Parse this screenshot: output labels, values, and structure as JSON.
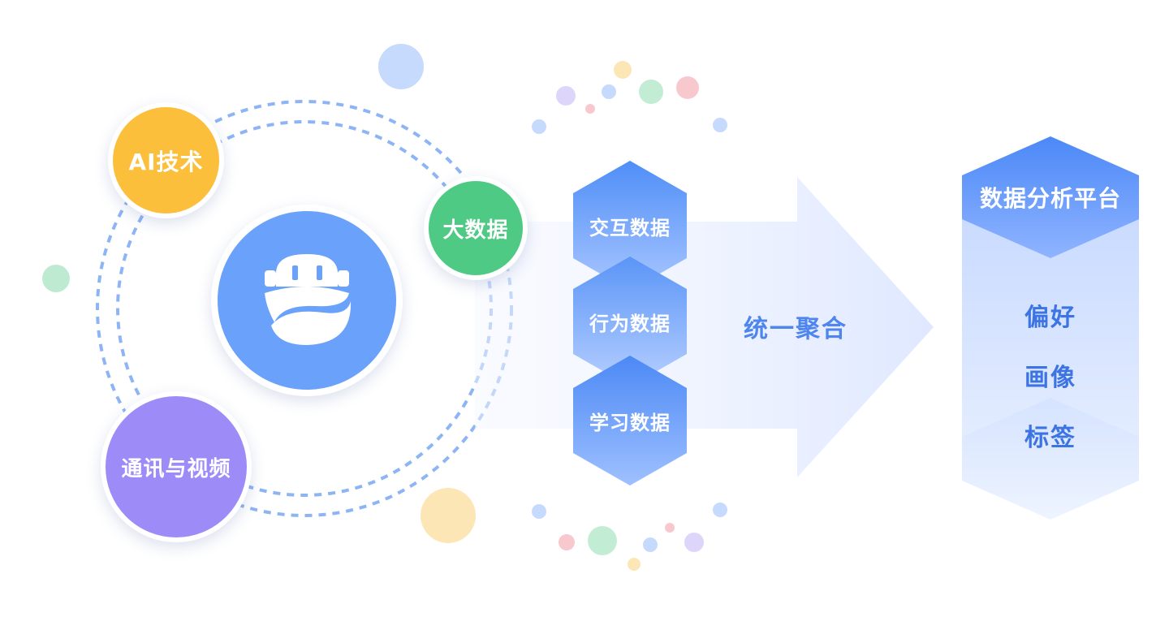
{
  "hub": {
    "icon": "robot-icon",
    "color": "#6aa1fb"
  },
  "satellites": {
    "ai": {
      "label": "AI技术",
      "color": "#fbbf3c"
    },
    "bigdata": {
      "label": "大数据",
      "color": "#4fca84"
    },
    "comm": {
      "label": "通讯与视频",
      "color": "#9d8cf8"
    }
  },
  "data_sources": [
    {
      "label": "交互数据"
    },
    {
      "label": "行为数据"
    },
    {
      "label": "学习数据"
    }
  ],
  "aggregation": {
    "label": "统一聚合"
  },
  "platform": {
    "title": "数据分析平台",
    "items": [
      "偏好",
      "画像",
      "标签"
    ],
    "color": "#4b88f7"
  }
}
